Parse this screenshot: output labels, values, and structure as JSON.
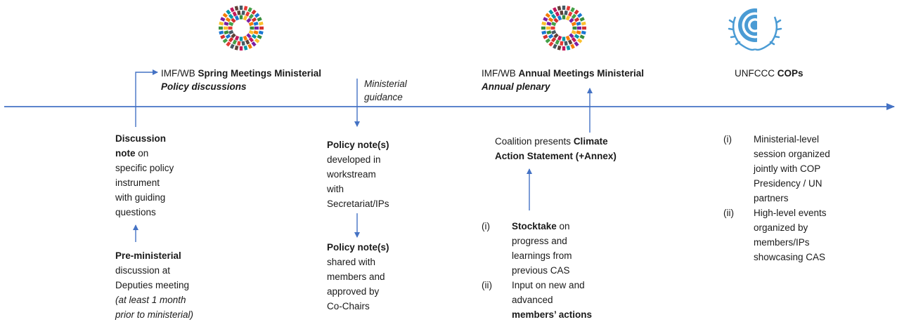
{
  "colors": {
    "timeline": "#4472c4",
    "un_blue": "#4a9bd4"
  },
  "logos": [
    {
      "name": "imf-wb-logo-spring",
      "type": "imf-wb"
    },
    {
      "name": "imf-wb-logo-annual",
      "type": "imf-wb"
    },
    {
      "name": "unfccc-logo",
      "type": "unfccc"
    }
  ],
  "spring": {
    "title_prefix": "IMF/WB ",
    "title_bold": "Spring Meetings Ministerial",
    "subtitle": "Policy discussions"
  },
  "guidance": {
    "line1": "Ministerial",
    "line2": "guidance"
  },
  "annual": {
    "title_prefix": "IMF/WB ",
    "title_bold": "Annual Meetings Ministerial",
    "subtitle": "Annual plenary"
  },
  "cops": {
    "prefix": "UNFCCC ",
    "bold": "COPs"
  },
  "discussion_note": {
    "bold1": "Discussion",
    "bold2": "note",
    "rest1": " on",
    "l3": "specific policy",
    "l4": "instrument",
    "l5": "with guiding",
    "l6": "questions"
  },
  "pre_ministerial": {
    "bold": "Pre-ministerial",
    "l2": "discussion at",
    "l3": "Deputies meeting",
    "l4": "(at least 1 month",
    "l5": "prior to ministerial)"
  },
  "policy_dev": {
    "bold": "Policy note(s)",
    "l2": "developed in",
    "l3": "workstream",
    "l4": "with",
    "l5": "Secretariat/IPs"
  },
  "policy_shared": {
    "bold": "Policy note(s)",
    "l2": "shared with",
    "l3": "members and",
    "l4": "approved by",
    "l5": "Co-Chairs"
  },
  "coalition": {
    "prefix": "Coalition presents ",
    "bold1": "Climate",
    "bold2": "Action Statement (+Annex)"
  },
  "stocktake": [
    {
      "num": "(i)",
      "bold": "Stocktake",
      "after": " on",
      "l2": "progress and",
      "l3": "learnings from",
      "l4": "previous CAS"
    },
    {
      "num": "(ii)",
      "l1": "Input on new and",
      "l2": "advanced",
      "bold": "members’ actions"
    }
  ],
  "cop_items": [
    {
      "num": "(i)",
      "l1": "Ministerial-level",
      "l2": "session organized",
      "l3": "jointly with COP",
      "l4": "Presidency / UN",
      "l5": "partners"
    },
    {
      "num": "(ii)",
      "l1": "High-level events",
      "l2": "organized by",
      "l3": "members/IPs",
      "l4": "showcasing CAS"
    }
  ]
}
